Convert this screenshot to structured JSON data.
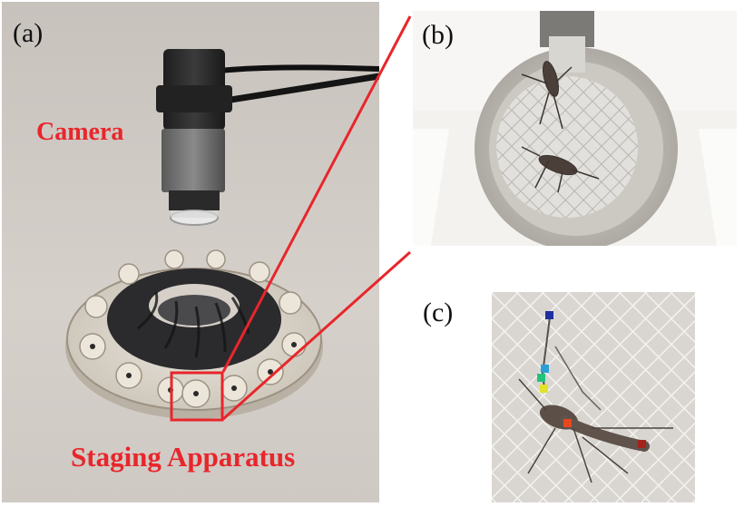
{
  "panels": {
    "a": {
      "label": "(a)"
    },
    "b": {
      "label": "(b)"
    },
    "c": {
      "label": "(c)"
    }
  },
  "annotations": {
    "camera": "Camera",
    "staging": "Staging Apparatus"
  },
  "colors": {
    "annotation_red": "#e8262b",
    "keypoints": [
      "#1f2fa0",
      "#2a9fd6",
      "#23c27a",
      "#e3e22b",
      "#e8471f",
      "#a3231b"
    ]
  },
  "icons": {
    "camera": "usb-microscope-camera",
    "apparatus": "rotary-staging-apparatus",
    "specimen": "mosquito-specimen"
  }
}
